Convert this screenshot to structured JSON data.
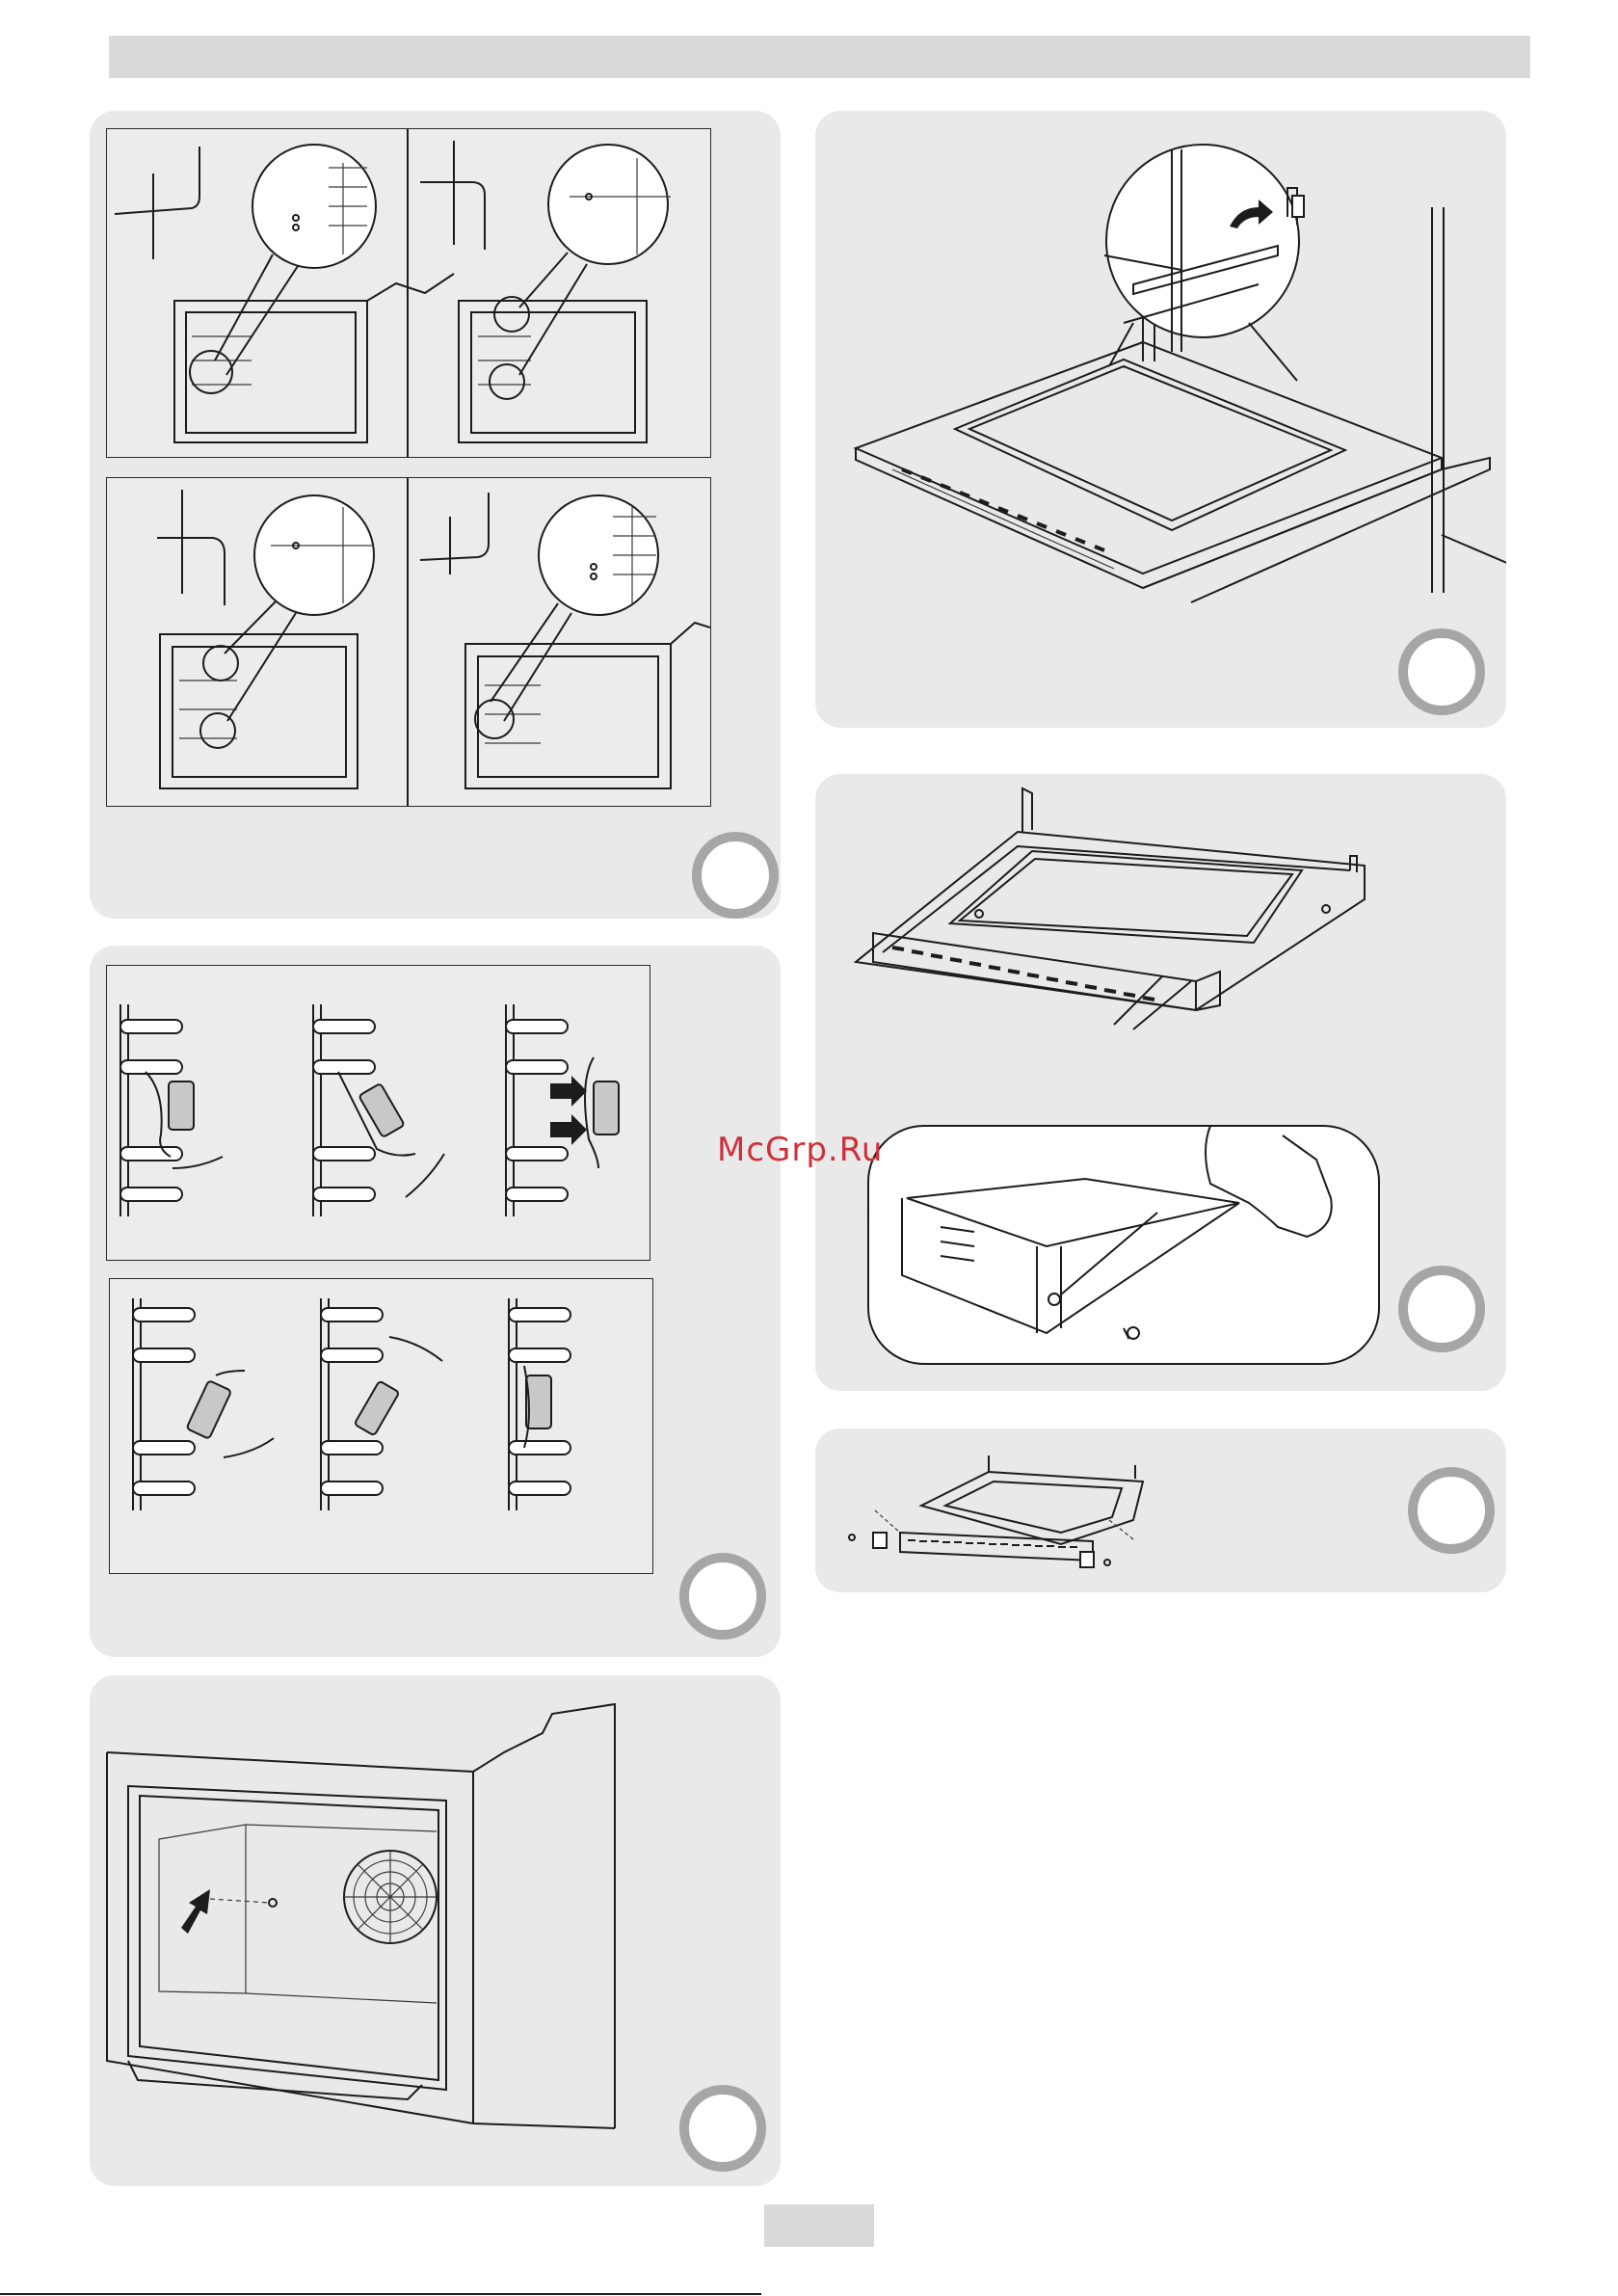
{
  "header": {
    "title": ""
  },
  "watermark": {
    "text": "McGrp.Ru"
  },
  "footer": {
    "page_number": ""
  },
  "figures": [
    {
      "id": "shelf-supports",
      "step_label": ""
    },
    {
      "id": "rack-position",
      "step_label": ""
    },
    {
      "id": "rear-panel",
      "step_label": ""
    },
    {
      "id": "door-hinges",
      "step_label": ""
    },
    {
      "id": "door-screws",
      "step_label": ""
    },
    {
      "id": "door-exploded",
      "step_label": ""
    }
  ]
}
